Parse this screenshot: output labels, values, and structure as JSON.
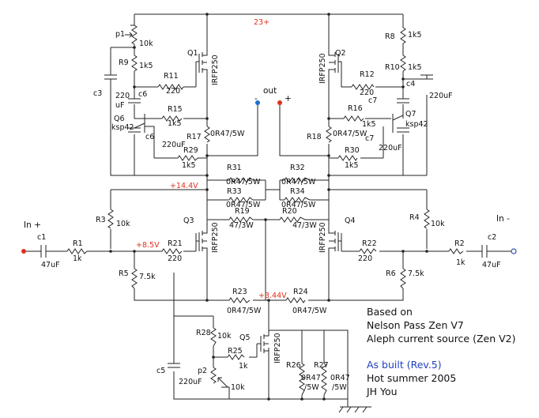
{
  "rails": {
    "top": "23+",
    "mid": "+14.4V",
    "in_bias": "+8.5V",
    "lower": "+3.44V"
  },
  "output": {
    "label": "out",
    "minus": "-",
    "plus": "+"
  },
  "inputs": {
    "plus": "In +",
    "minus": "In -"
  },
  "parts": {
    "p1": "p1",
    "p1v": "10k",
    "R9": "R9",
    "R9v": "1k5",
    "R8": "R8",
    "R8v": "1k5",
    "R10": "R10",
    "R10v": "1k5",
    "c3": "c3",
    "c3v": "220",
    "c3u": "uF",
    "c4": "c4",
    "c4v": "220uF",
    "R11": "R11",
    "R11v": "220",
    "R12": "R12",
    "R12v": "220",
    "c6a": "c6",
    "c6b": "c6",
    "c7a": "c7",
    "c7b": "c7",
    "R15": "R15",
    "R15v": "1k5",
    "R16": "R16",
    "R16v": "1k5",
    "Q6": "Q6",
    "Q6t": "ksp42",
    "Q7": "Q7",
    "Q7t": "ksp42",
    "c6v": "220uF",
    "c7v": "220uF",
    "R17": "R17",
    "R17v": "0R47/5W",
    "R18": "R18",
    "R18v": "0R47/5W",
    "R29": "R29",
    "R29v": "1k5",
    "R30": "R30",
    "R30v": "1k5",
    "R31": "R31",
    "R31v": "0R47/5W",
    "R33": "R33",
    "R33v": "0R47/5W",
    "R32": "R32",
    "R32v": "0R47/5W",
    "R34": "R34",
    "R34v": "0R47/5W",
    "Q1": "Q1",
    "Q1t": "IRFP250",
    "Q2": "Q2",
    "Q2t": "IRFP250",
    "Q3": "Q3",
    "Q3t": "IRFP250",
    "Q4": "Q4",
    "Q4t": "IRFP250",
    "Q5": "Q5",
    "Q5t": "IRFP250",
    "R3": "R3",
    "R3v": "10k",
    "R4": "R4",
    "R4v": "10k",
    "R19": "R19",
    "R19v": "47/3W",
    "R20": "R20",
    "R20v": "47/3W",
    "c1": "c1",
    "c1v": "47uF",
    "c2": "c2",
    "c2v": "47uF",
    "R1": "R1",
    "R1v": "1k",
    "R2": "R2",
    "R2v": "1k",
    "R21": "R21",
    "R21v": "220",
    "R22": "R22",
    "R22v": "220",
    "R5": "R5",
    "R5v": "7.5k",
    "R6": "R6",
    "R6v": "7.5k",
    "R23": "R23",
    "R23v": "0R47/5W",
    "R24": "R24",
    "R24v": "0R47/5W",
    "R28": "R28",
    "R28v": "10k",
    "R25": "R25",
    "R25v": "1k",
    "c5": "c5",
    "c5v": "220uF",
    "p2": "p2",
    "p2v": "10k",
    "R26": "R26",
    "R26v": "0R47",
    "R26w": "/5W",
    "R27": "R27",
    "R27v": "0R47",
    "R27w": "/5W"
  },
  "notes": {
    "line1": "Based on",
    "line2": "Nelson Pass Zen V7",
    "line3": "Aleph current source (Zen V2)",
    "line4": "As built (Rev.5)",
    "line5": "Hot summer 2005",
    "line6": "JH You"
  },
  "colors": {
    "accent_red": "#e0301e",
    "note_blue": "#1f3fbf",
    "wire": "#222222"
  }
}
